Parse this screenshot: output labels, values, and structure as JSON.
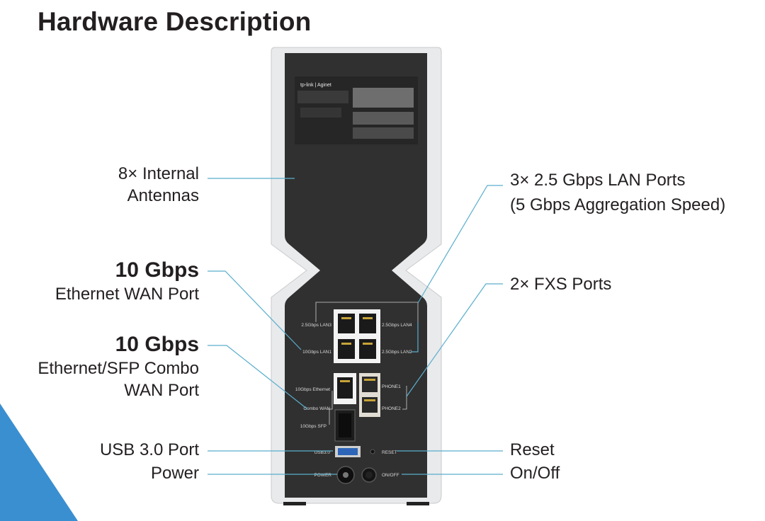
{
  "title": "Hardware Description",
  "colors": {
    "accent_blue": "#3a8fd1",
    "leader_line": "#5aaecc",
    "device_body": "#303030",
    "device_frame": "#e9eaec"
  },
  "device": {
    "logo": "tp-link | Aginet",
    "ports": {
      "lan3": "2.5Gbps LAN3",
      "lan4": "2.5Gbps LAN4",
      "lan1": "10Gbps LAN1",
      "lan2": "2.5Gbps LAN2",
      "eth": "10Gbps Ethernet",
      "combo": "Combo WAN",
      "sfp": "10Gbps SFP",
      "phone1": "PHONE1",
      "phone2": "PHONE2",
      "usb": "USB3.0",
      "reset": "RESET",
      "power": "POWER",
      "onoff": "ON/OFF"
    }
  },
  "labels": {
    "antennas": [
      "8× Internal",
      "Antennas"
    ],
    "eth_wan": {
      "speed": "10 Gbps",
      "text": "Ethernet WAN Port"
    },
    "combo_wan": {
      "speed": "10 Gbps",
      "text": [
        "Ethernet/SFP Combo",
        "WAN Port"
      ]
    },
    "usb": "USB 3.0 Port",
    "power": "Power",
    "lan": [
      "3× 2.5 Gbps LAN Ports",
      "(5 Gbps Aggregation Speed)"
    ],
    "fxs": "2× FXS Ports",
    "reset": "Reset",
    "onoff": "On/Off"
  }
}
